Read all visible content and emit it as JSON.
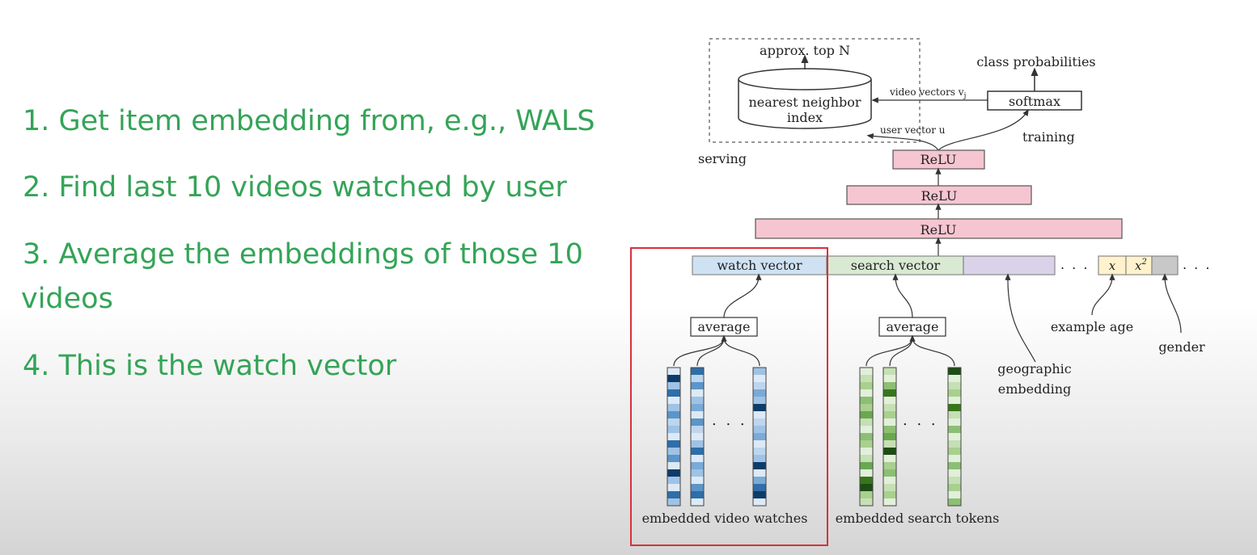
{
  "slide": {
    "bullets": [
      "1. Get item embedding from, e.g., WALS",
      "2. Find last 10 videos watched by user",
      "3. Average the embeddings of those 10",
      "videos",
      "4. This is the watch vector"
    ]
  },
  "diagram": {
    "approx_top_n": "approx. top N",
    "nn_index_line1": "nearest neighbor",
    "nn_index_line2": "index",
    "class_probabilities": "class probabilities",
    "softmax": "softmax",
    "video_vectors": "video vectors v",
    "video_vectors_sub": "j",
    "user_vector": "user vector u",
    "serving": "serving",
    "training": "training",
    "relu_1": "ReLU",
    "relu_2": "ReLU",
    "relu_3": "ReLU",
    "watch_vector": "watch vector",
    "search_vector": "search vector",
    "age_x": "x",
    "age_x2": "x",
    "age_x2_sup": "2",
    "average_watch": "average",
    "average_search": "average",
    "example_age": "example age",
    "gender": "gender",
    "geographic_line1": "geographic",
    "geographic_line2": "embedding",
    "embedded_video_watches": "embedded video watches",
    "embedded_search_tokens": "embedded search tokens",
    "ellipsis": ". . ."
  },
  "colors": {
    "bullet_text": "#34a457",
    "relu_fill": "#f6c5d2",
    "watch_fill": "#cfe2f3",
    "search_fill": "#d9ead3",
    "geo_fill": "#d9d2e9",
    "age_fill": "#fff2cc",
    "gender_fill": "#c8c8c8",
    "highlight_box": "#d9303b"
  }
}
